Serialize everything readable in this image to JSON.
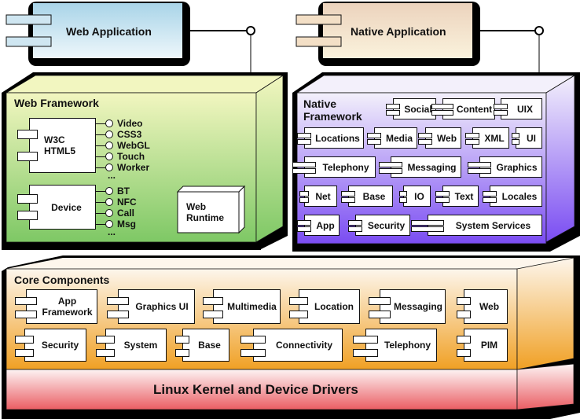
{
  "applications": {
    "web": {
      "label": "Web Application",
      "color": "#bfe0ee"
    },
    "native": {
      "label": "Native Application",
      "color": "#efdcc6"
    }
  },
  "web_framework": {
    "title": "Web Framework",
    "color": "#b4d97f",
    "w3c": {
      "label": "W3C\nHTML5",
      "line1": "W3C",
      "line2": "HTML5",
      "interfaces": [
        "Video",
        "CSS3",
        "WebGL",
        "Touch",
        "Worker"
      ],
      "more": "..."
    },
    "device": {
      "label": "Device",
      "interfaces": [
        "BT",
        "NFC",
        "Call",
        "Msg"
      ],
      "more": "..."
    },
    "runtime": {
      "line1": "Web",
      "line2": "Runtime"
    }
  },
  "native_framework": {
    "title_line1": "Native",
    "title_line2": "Framework",
    "color": "#8f6ff5",
    "rows": [
      [
        "Social",
        "Content",
        "UIX"
      ],
      [
        "Locations",
        "Media",
        "Web",
        "XML",
        "UI"
      ],
      [
        "Telephony",
        "Messaging",
        "Graphics"
      ],
      [
        "Net",
        "Base",
        "IO",
        "Text",
        "Locales"
      ],
      [
        "App",
        "Security",
        "System Services"
      ]
    ]
  },
  "core_components": {
    "title": "Core Components",
    "color": "#f2a42c",
    "rows": [
      [
        "App Framework",
        "Graphics UI",
        "Multimedia",
        "Location",
        "Messaging",
        "Web"
      ],
      [
        "Security",
        "System",
        "Base",
        "Connectivity",
        "Telephony",
        "PIM"
      ]
    ]
  },
  "kernel": {
    "label": "Linux Kernel and Device Drivers",
    "color": "#ee6f74"
  }
}
